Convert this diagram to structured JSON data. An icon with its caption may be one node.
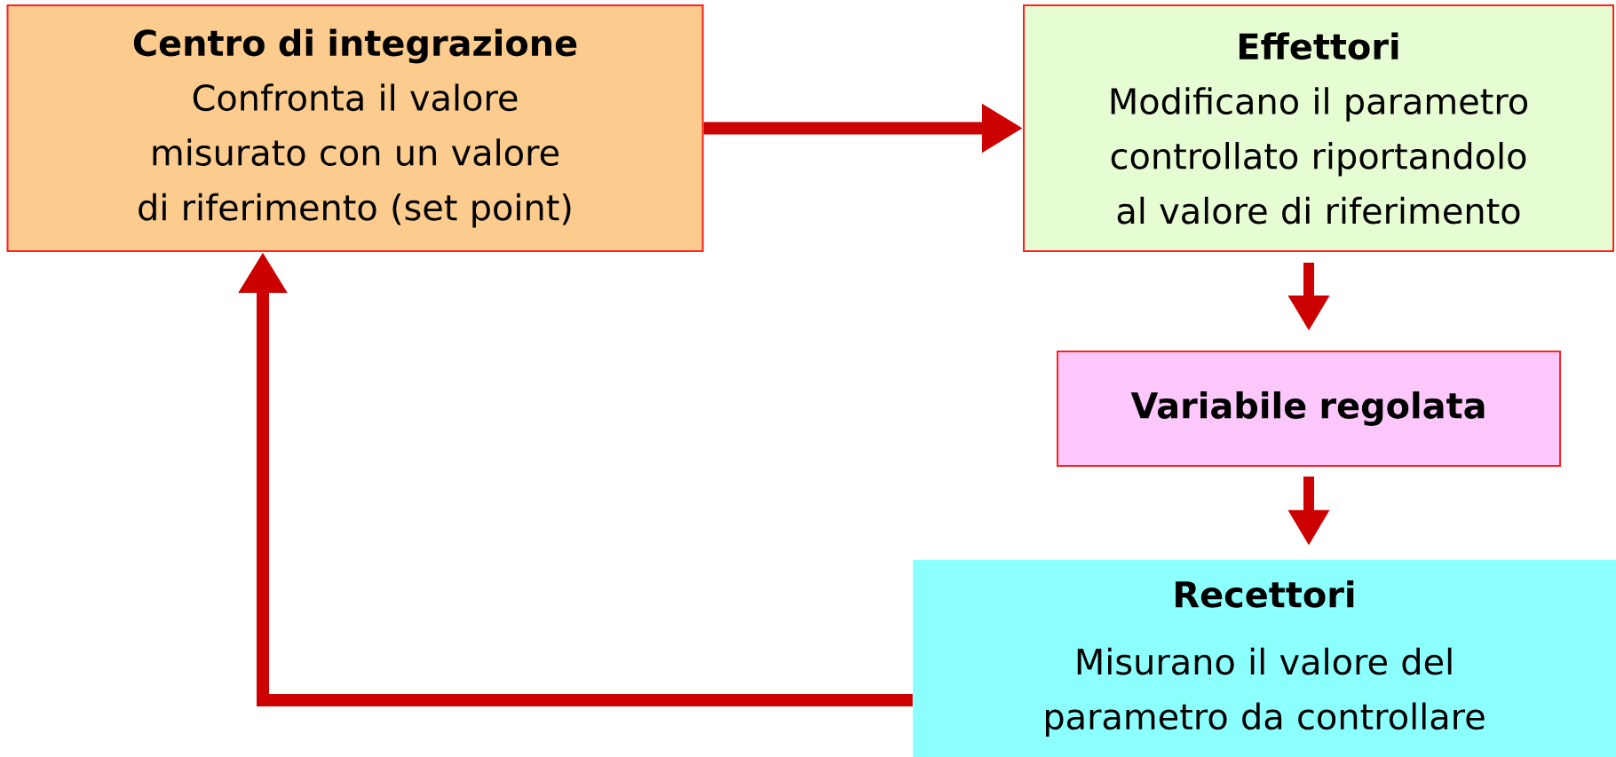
{
  "diagram": {
    "nodes": [
      {
        "text": [
          "Centro di integrazione",
          "Confronta il valore misurato con un valore di riferimento (set point)"
        ]
      },
      {
        "text": [
          "Effettori",
          "Modificano il parametro controllato riportandolo al valore di riferimento"
        ]
      },
      {
        "text": [
          "Variabile regolata"
        ]
      },
      {
        "text": [
          "Recettori",
          "Misurano il valore del parametro da controllare"
        ]
      }
    ],
    "edges": [
      {
        "from": 0,
        "to": 1,
        "arrow": "to"
      },
      {
        "from": 1,
        "to": 2,
        "arrow": "to"
      },
      {
        "from": 2,
        "to": 3,
        "arrow": "to"
      },
      {
        "from": 3,
        "to": 0,
        "arrow": "to"
      }
    ]
  }
}
